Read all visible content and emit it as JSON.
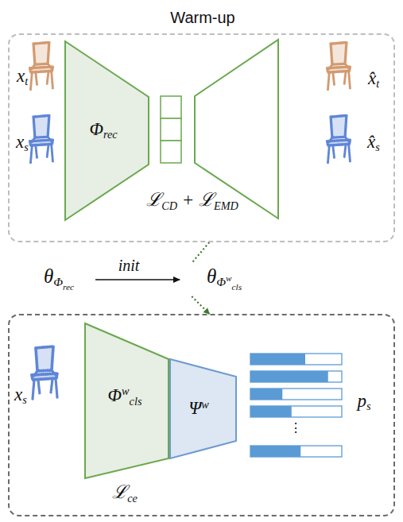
{
  "diagram": {
    "nodes": [
      {
        "text": [
          "Warm-up",
          "ℒCD + ℒEMD"
        ]
      },
      {
        "text": [
          "Φrec"
        ],
        "in": 0
      },
      {
        "text": [
          "ℒce"
        ]
      },
      {
        "text": [
          "Φwcls"
        ],
        "in": 2
      },
      {
        "text": [
          "Ψw"
        ],
        "in": 2
      }
    ],
    "edges": [
      {
        "from": 0,
        "to": 2,
        "arrow": "to"
      }
    ],
    "labels": [
      "xt",
      "xs",
      "x̂t",
      "x̂s",
      "θΦrec",
      "init",
      "θΦwcls",
      "xs",
      "⋮",
      "ps"
    ]
  }
}
